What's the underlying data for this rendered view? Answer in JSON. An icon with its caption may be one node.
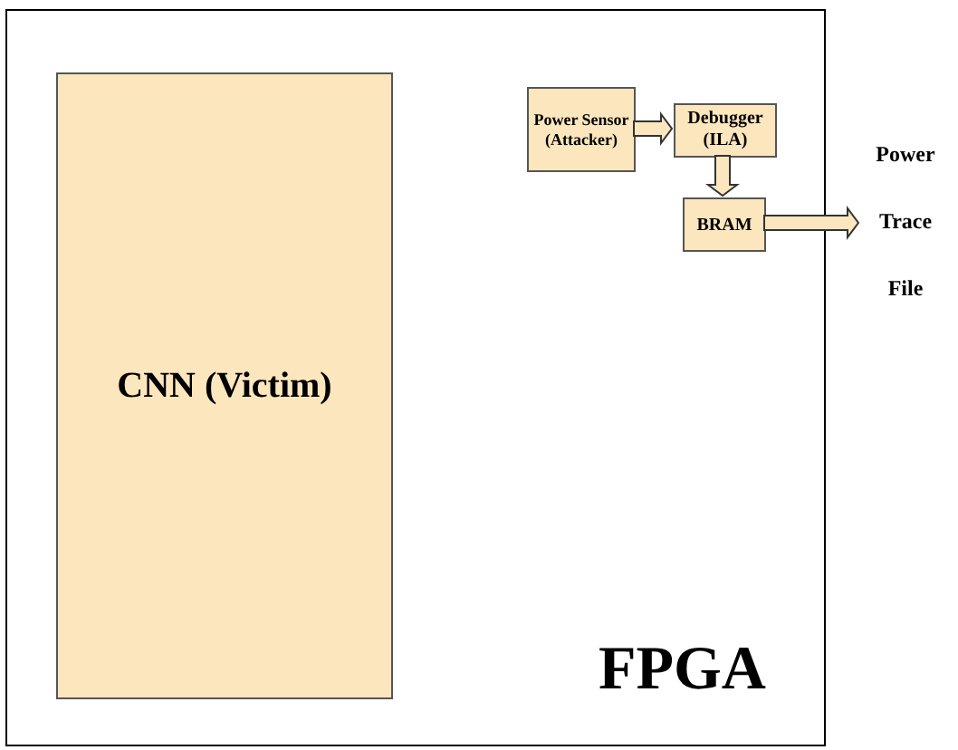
{
  "diagram": {
    "nodes": [
      {
        "text": [
          "FPGA"
        ]
      },
      {
        "text": [
          "CNN (Victim)"
        ],
        "in": 0
      },
      {
        "text": [
          "Power Sensor (Attacker)"
        ],
        "in": 0
      },
      {
        "text": [
          "Debugger (ILA)"
        ],
        "in": 0
      },
      {
        "text": [
          "BRAM"
        ],
        "in": 0
      },
      {
        "text": [
          "Power Trace File"
        ]
      }
    ],
    "edges": [
      {
        "from": 2,
        "to": 3,
        "arrow": "to"
      },
      {
        "from": 3,
        "to": 4,
        "arrow": "to"
      },
      {
        "from": 4,
        "to": 5,
        "arrow": "to"
      }
    ]
  }
}
